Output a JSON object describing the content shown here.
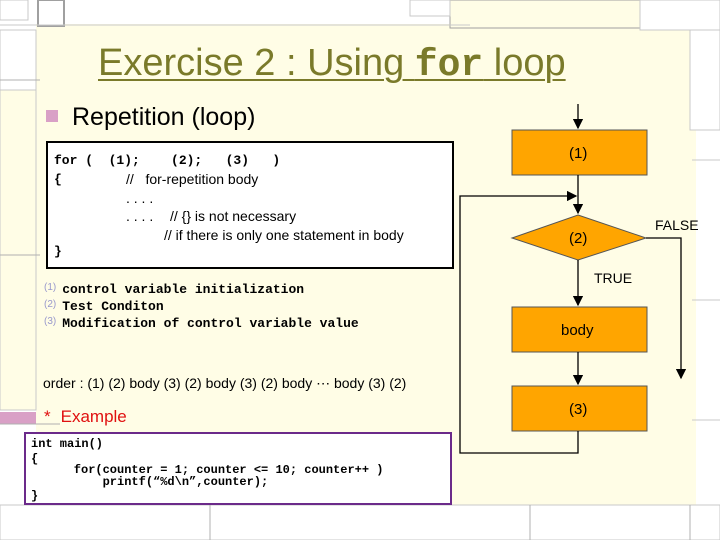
{
  "slide": {
    "title_prefix": "Exercise 2 : Using ",
    "title_keyword": "for",
    "title_suffix": " loop",
    "bullet": "Repetition (loop)"
  },
  "code_box": {
    "line1": "for (  (1);    (2);   (3)   )",
    "line2_brace": "{",
    "line2_comment": "//   for-repetition body",
    "line3": ". . . .",
    "line4_dots": ". . . .",
    "line4_comment": "// {} is not necessary",
    "line5": "// if there is only one statement in body",
    "line6": "}"
  },
  "notes": [
    {
      "num": "(1)",
      "text": "control variable initialization"
    },
    {
      "num": "(2)",
      "text": "Test Conditon"
    },
    {
      "num": "(3)",
      "text": "Modification of control variable value"
    }
  ],
  "order": "order : (1) (2) body (3) (2) body (3) (2) body ⋯ body (3) (2)",
  "example": {
    "star": "*",
    "label": "Example"
  },
  "example_code": {
    "line1": "int main()",
    "line2": "{",
    "line3": "    for(counter = 1; counter <= 10; counter++ )",
    "line4": "        printf(“%d\\n”,counter);",
    "line5": "}"
  },
  "flowchart": {
    "box1": "(1)",
    "decision": "(2)",
    "false_label": "FALSE",
    "true_label": "TRUE",
    "body": "body",
    "box3": "(3)"
  },
  "colors": {
    "background": "#fffde6",
    "title": "#7a7a2a",
    "flow_fill": "#ffa500",
    "bullet": "#d9a0c6",
    "example": "#e01010",
    "example_border": "#6b2a8a"
  }
}
